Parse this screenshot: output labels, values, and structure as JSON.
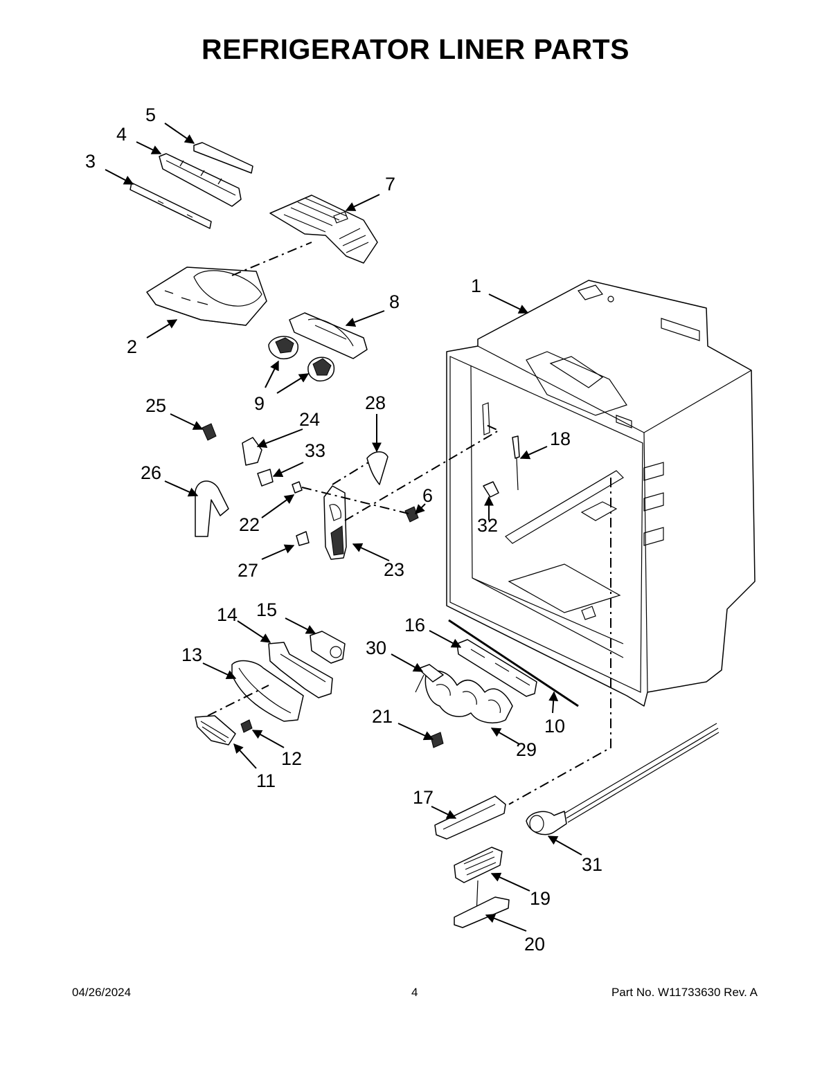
{
  "title": "REFRIGERATOR LINER PARTS",
  "footer": {
    "date": "04/26/2024",
    "page": "4",
    "part": "Part No.  W11733630   Rev.  A"
  },
  "callouts": [
    "1",
    "2",
    "3",
    "4",
    "5",
    "6",
    "7",
    "8",
    "9",
    "9",
    "10",
    "11",
    "12",
    "13",
    "14",
    "15",
    "16",
    "17",
    "18",
    "19",
    "20",
    "21",
    "22",
    "23",
    "24",
    "25",
    "26",
    "27",
    "28",
    "29",
    "30",
    "31",
    "32",
    "33"
  ]
}
